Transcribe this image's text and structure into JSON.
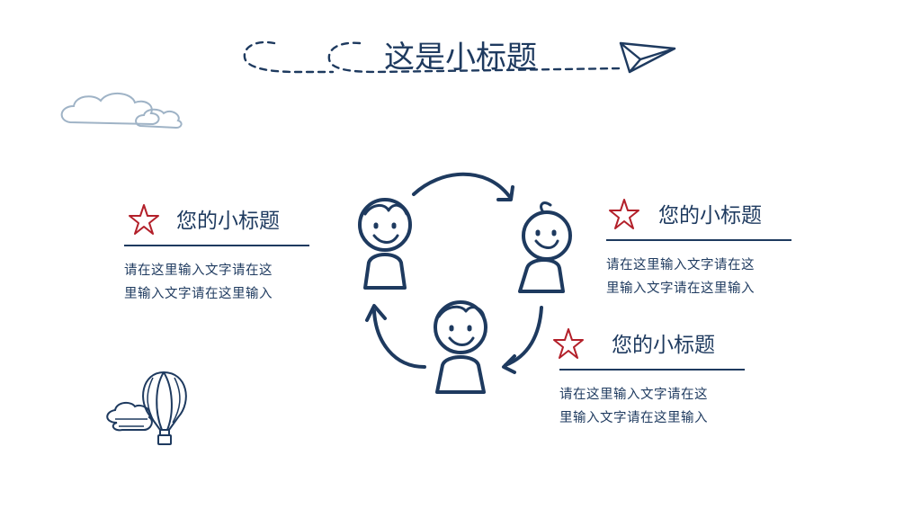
{
  "slide": {
    "title": "这是小标题"
  },
  "blocks": [
    {
      "title": "您的小标题",
      "line1": "请在这里输入文字请在这",
      "line2": "里输入文字请在这里输入"
    },
    {
      "title": "您的小标题",
      "line1": "请在这里输入文字请在这",
      "line2": "里输入文字请在这里输入"
    },
    {
      "title": "您的小标题",
      "line1": "请在这里输入文字请在这",
      "line2": "里输入文字请在这里输入"
    }
  ],
  "colors": {
    "ink": "#1e3a5f",
    "accent": "#b3202a",
    "cloud": "#9fb3c6"
  },
  "icons": [
    "paper-plane-icon",
    "cloud-icon",
    "hot-air-balloon-icon",
    "star-icon",
    "person-icon",
    "cycle-arrow-icon"
  ]
}
